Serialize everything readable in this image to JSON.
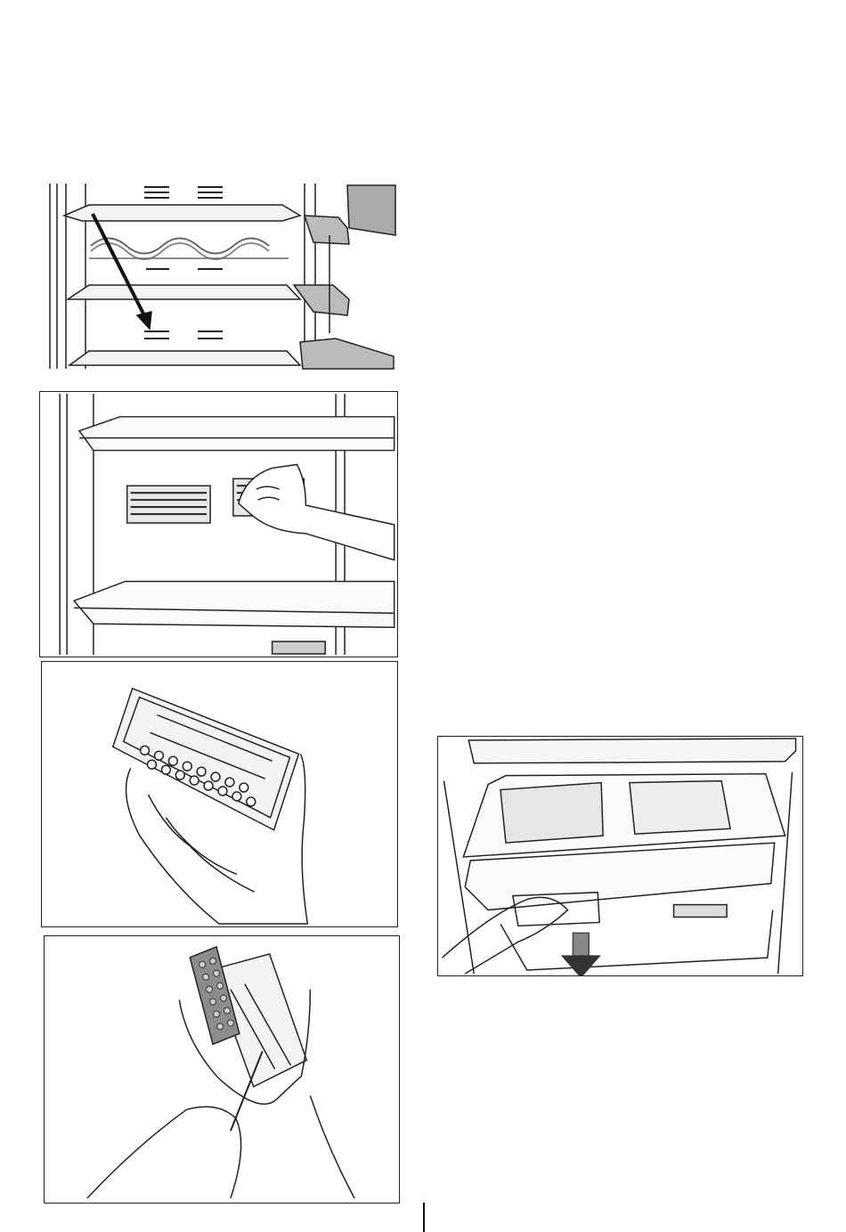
{
  "figures": [
    {
      "id": "fig1",
      "icon": "shelf-relocation-arrow-icon"
    },
    {
      "id": "fig2",
      "icon": "odour-filter-removal-icon"
    },
    {
      "id": "fig3",
      "icon": "filter-cartridge-in-hand-icon"
    },
    {
      "id": "fig4",
      "icon": "filter-cartridge-opening-icon"
    },
    {
      "id": "fig5",
      "icon": "crisper-drawer-removal-icon"
    }
  ],
  "colors": {
    "line": "#222222",
    "shade": "#9a9a9a",
    "light": "#d8d8d8"
  }
}
